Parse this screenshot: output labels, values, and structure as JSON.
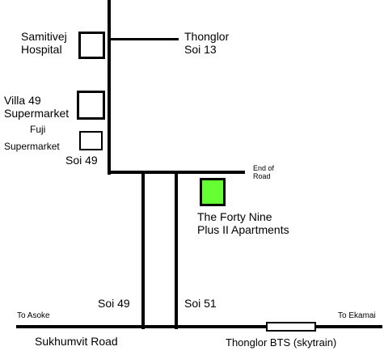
{
  "map": {
    "colors": {
      "background": "#ffffff",
      "roads": "#000000",
      "highlight": "#66ff33"
    },
    "labels": {
      "samitivej_hospital": [
        "Samitivej",
        "Hospital"
      ],
      "thonglor_soi13": [
        "Thonglor",
        "Soi 13"
      ],
      "villa49": [
        "Villa 49",
        "Supermarket"
      ],
      "fuji": [
        "Fuji",
        "Supermarket"
      ],
      "soi49_upper": "Soi 49",
      "end_of_road": [
        "End of",
        "Road"
      ],
      "apartments": [
        "The Forty Nine",
        "Plus II Apartments"
      ],
      "soi49_lower": "Soi 49",
      "soi51": "Soi 51",
      "to_asoke": "To Asoke",
      "to_ekamai": "To Ekamai",
      "sukhumvit_road": "Sukhumvit Road",
      "thonglor_bts": "Thonglor BTS (skytrain)"
    }
  }
}
